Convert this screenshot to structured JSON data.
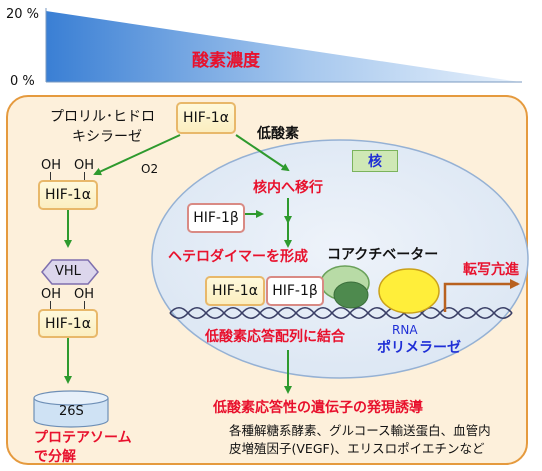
{
  "gradient_scale": {
    "top_label": "20 %",
    "bottom_label": "0 %",
    "title": "酸素濃度"
  },
  "hydroxylase": {
    "line1": "プロリル･ヒドロ",
    "line2": "キシラーゼ"
  },
  "o2": "O2",
  "hypoxia_label": "低酸素",
  "nucleus_label": "核",
  "left_pathway": {
    "oh1": "OH",
    "oh2": "OH",
    "hif_box1": "HIF-1α",
    "vhl": "VHL",
    "oh3": "OH",
    "oh4": "OH",
    "hif_box2": "HIF-1α",
    "proteasome": "26S",
    "degrade_line1": "プロテアソーム",
    "degrade_line2": "で分解"
  },
  "top_hif": "HIF-1α",
  "nuclear": {
    "translocate": "核内へ移行",
    "hif1b": "HIF-1β",
    "heterodimer": "ヘテロダイマーを形成",
    "coactivator": "コアクチベーター",
    "complex_a": "HIF-1α",
    "complex_b": "HIF-1β",
    "transcription": "転写亢進",
    "rna": "RNA",
    "polymerase": "ポリメラーゼ",
    "binding": "低酸素応答配列に結合"
  },
  "result": {
    "title": "低酸素応答性の遺伝子の発現誘導",
    "line1": "各種解糖系酵素、グルコース輸送蛋白、血管内",
    "line2": "皮増殖因子(VEGF)、エリスロポイエチンなど"
  },
  "colors": {
    "panel_border": "#e59a3e",
    "panel_fill": "#fdf0db",
    "nucleus_fill": "#e4ecf6",
    "nucleus_border": "#95b1d4",
    "arrow_green": "#2e9a2e",
    "arrow_orange": "#b8611f",
    "accent_red": "#e8112d",
    "text_blue": "#1f2fd6"
  }
}
